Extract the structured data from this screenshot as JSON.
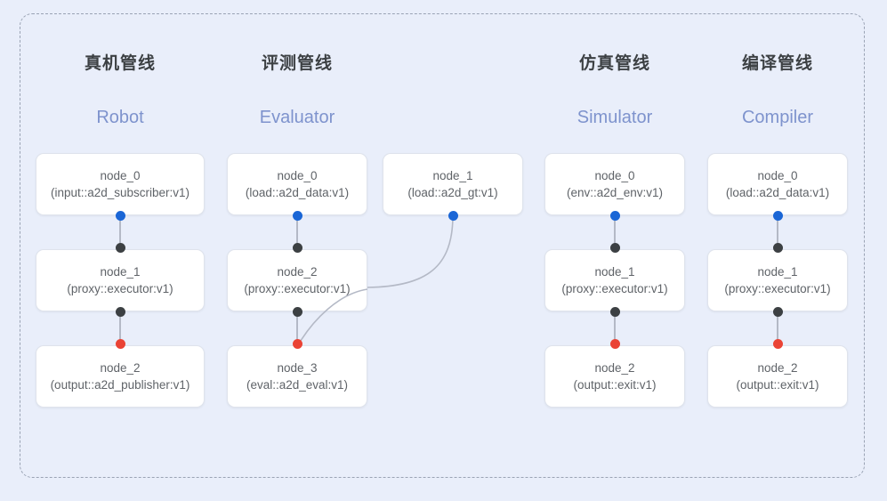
{
  "diagram": {
    "frame_style": "dashed",
    "background_color": "#e9eefa",
    "accent_blue": "#1a66d6",
    "accent_red": "#ea4335",
    "accent_black": "#3c4043",
    "subtitle_color": "#7e93cd",
    "title_color": "#3c4043",
    "edge_color": "#b4b9c6"
  },
  "columns": [
    {
      "title": "真机管线",
      "subtitle": "Robot",
      "nodes": [
        {
          "name": "node_0",
          "type": "(input::a2d_subscriber:v1)"
        },
        {
          "name": "node_1",
          "type": "(proxy::executor:v1)"
        },
        {
          "name": "node_2",
          "type": "(output::a2d_publisher:v1)"
        }
      ]
    },
    {
      "title": "评测管线",
      "subtitle": "Evaluator",
      "nodes": [
        {
          "name": "node_0",
          "type": "(load::a2d_data:v1)"
        },
        {
          "name": "node_1",
          "type": "(load::a2d_gt:v1)"
        },
        {
          "name": "node_2",
          "type": "(proxy::executor:v1)"
        },
        {
          "name": "node_3",
          "type": "(eval::a2d_eval:v1)"
        }
      ]
    },
    {
      "title": "仿真管线",
      "subtitle": "Simulator",
      "nodes": [
        {
          "name": "node_0",
          "type": "(env::a2d_env:v1)"
        },
        {
          "name": "node_1",
          "type": "(proxy::executor:v1)"
        },
        {
          "name": "node_2",
          "type": "(output::exit:v1)"
        }
      ]
    },
    {
      "title": "编译管线",
      "subtitle": "Compiler",
      "nodes": [
        {
          "name": "node_0",
          "type": "(load::a2d_data:v1)"
        },
        {
          "name": "node_1",
          "type": "(proxy::executor:v1)"
        },
        {
          "name": "node_2",
          "type": "(output::exit:v1)"
        }
      ]
    }
  ]
}
